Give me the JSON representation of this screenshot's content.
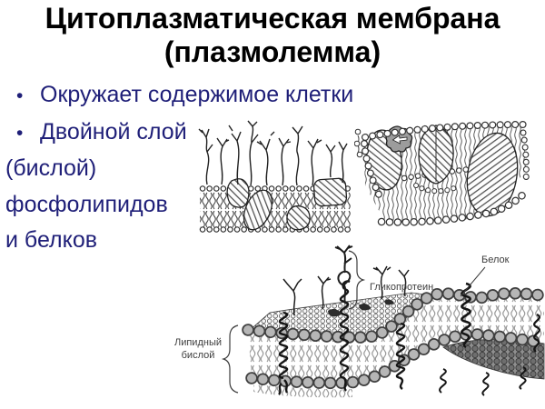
{
  "slide": {
    "title": {
      "line1": "Цитоплазматическая мембрана",
      "line2": "(плазмолемма)"
    },
    "bullet_char": "•",
    "bullets": [
      {
        "lines": [
          "Окружает содержимое клетки"
        ]
      },
      {
        "lines": [
          "Двойной слой",
          "(бислой)",
          "фосфолипидов",
          "и белков"
        ]
      }
    ]
  },
  "figure_labels": {
    "glycoprotein": "Гликопротеин",
    "protein": "Белок",
    "lipid_bilayer_line1": "Липидный",
    "lipid_bilayer_line2": "бислой"
  },
  "colors": {
    "background": "#ffffff",
    "title_text": "#000000",
    "bullet_text": "#1f1f78",
    "figure_label_text": "#3d3d3d",
    "lipid_head_gray": "#b6b6b6",
    "line_art": "#1a1a1a"
  }
}
